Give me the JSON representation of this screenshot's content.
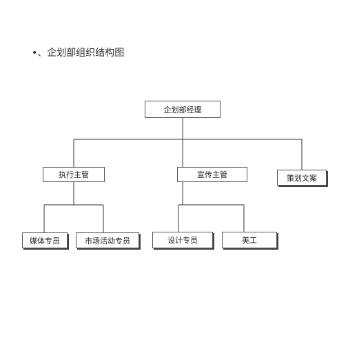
{
  "heading": "•、企划部组织结构图",
  "org": {
    "manager": "企划部经理",
    "exec_supervisor": "执行主管",
    "promo_supervisor": "宣传主管",
    "planning_copy": "策划文案",
    "media_specialist": "媒体专员",
    "market_event_specialist": "市场活动专员",
    "design_specialist": "设计专员",
    "art_designer": "美工"
  }
}
